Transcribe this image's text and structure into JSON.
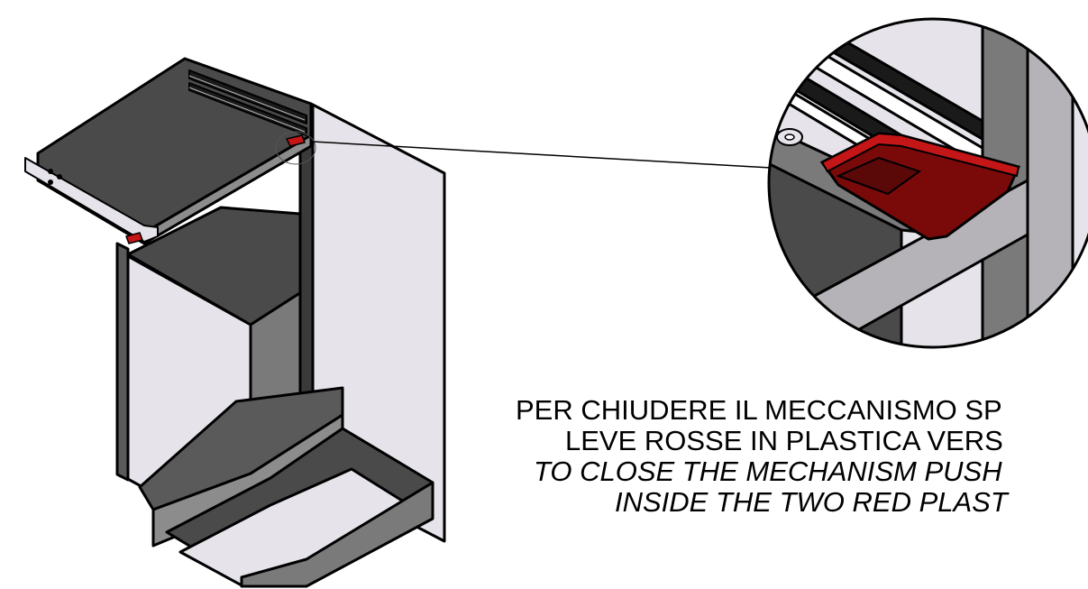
{
  "instructions": {
    "italian_line_1": "PER CHIUDERE IL MECCANISMO SP",
    "italian_line_2": "LEVE ROSSE IN PLASTICA VERS",
    "english_line_1": "TO CLOSE THE MECHANISM PUSH",
    "english_line_2": "INSIDE THE TWO RED PLAST"
  },
  "colors": {
    "outline": "#000000",
    "dark_panel": "#4a4a4a",
    "mid_gray": "#8c8c8c",
    "light_panel": "#e6e4ea",
    "lever_red": "#7a0a0a",
    "lever_red_bright": "#c41616"
  }
}
